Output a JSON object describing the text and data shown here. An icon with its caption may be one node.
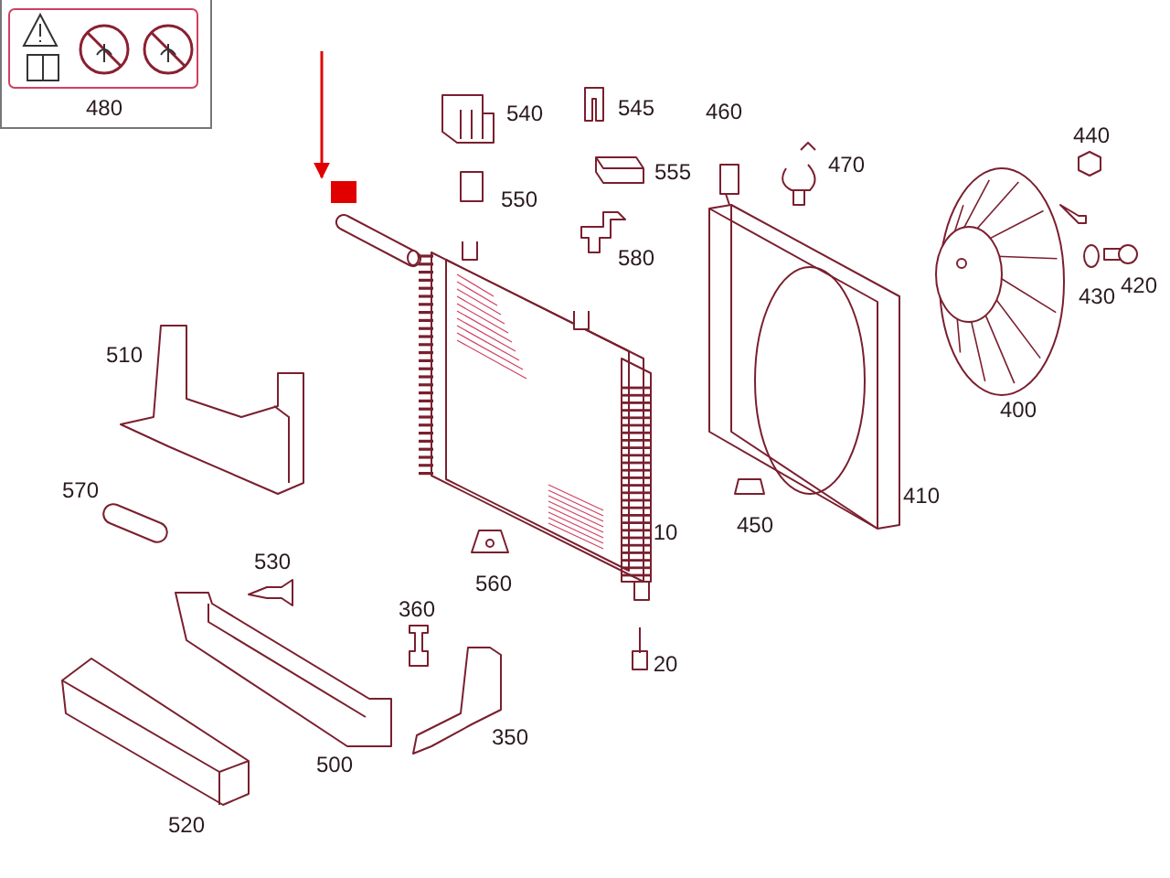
{
  "diagram": {
    "labels": [
      "480",
      "545",
      "460",
      "540",
      "440",
      "470",
      "555",
      "550",
      "580",
      "420",
      "430",
      "510",
      "400",
      "570",
      "450",
      "410",
      "10",
      "530",
      "560",
      "360",
      "20",
      "350",
      "500",
      "520"
    ]
  }
}
